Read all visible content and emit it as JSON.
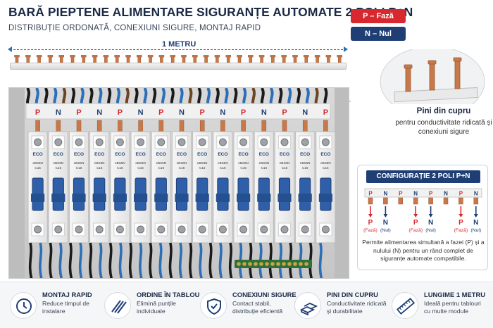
{
  "header": {
    "title": "BARĂ PIEPTENE ALIMENTARE SIGURANȚE AUTOMATE 2 POLI P+N",
    "subtitle": "DISTRIBUȚIE ORDONATĂ, CONEXIUNI SIGURE, MONTAJ RAPID"
  },
  "legend": {
    "phase": {
      "label": "P – Fază",
      "color": "#d7282f"
    },
    "neutral": {
      "label": "N – Nul",
      "color": "#1f3f74"
    }
  },
  "length_label": "1 METRU",
  "pins_callout": {
    "title": "Pini din cupru",
    "description": "pentru conductivitate ridicată și conexiuni sigure"
  },
  "panel": {
    "busbar_labels": [
      "P",
      "N",
      "P",
      "N",
      "P",
      "N",
      "P",
      "N",
      "P",
      "N",
      "P",
      "N",
      "P",
      "N",
      "P"
    ],
    "breakers": [
      {
        "brand": "ECO",
        "model": "eBS6N",
        "rating": "C16"
      },
      {
        "brand": "ECO",
        "model": "eBS6N",
        "rating": "C16"
      },
      {
        "brand": "ECO",
        "model": "eBS6N",
        "rating": "C16"
      },
      {
        "brand": "ECO",
        "model": "eBS6N",
        "rating": "C16"
      },
      {
        "brand": "ECO",
        "model": "eBS6N",
        "rating": "C16"
      },
      {
        "brand": "ECO",
        "model": "eBS6N",
        "rating": "C16"
      },
      {
        "brand": "ECO",
        "model": "eBS6N",
        "rating": "C16"
      },
      {
        "brand": "ECO",
        "model": "eBS6N",
        "rating": "C16"
      },
      {
        "brand": "ECO",
        "model": "eBS6N",
        "rating": "C16"
      },
      {
        "brand": "ECO",
        "model": "eBS6N",
        "rating": "C16"
      },
      {
        "brand": "ECO",
        "model": "eBS6N",
        "rating": "C16"
      },
      {
        "brand": "ECO",
        "model": "eBS6N",
        "rating": "C16"
      },
      {
        "brand": "ECO",
        "model": "eBS6N",
        "rating": "C16"
      },
      {
        "brand": "ECO",
        "model": "eBS6N",
        "rating": "C16"
      },
      {
        "brand": "ECO",
        "model": "eBS6N",
        "rating": "C16"
      }
    ]
  },
  "config": {
    "title": "CONFIGURAȚIE 2 POLI P+N",
    "pins": [
      "P",
      "N",
      "P",
      "N",
      "P",
      "N",
      "P",
      "N"
    ],
    "arrows": [
      {
        "letter": "P",
        "sub": "(Fază)"
      },
      {
        "letter": "N",
        "sub": "(Nul)"
      },
      {
        "letter": "P",
        "sub": "(Fază)"
      },
      {
        "letter": "N",
        "sub": "(Nul)"
      },
      {
        "letter": "P",
        "sub": "(Fază)"
      },
      {
        "letter": "N",
        "sub": "(Nul)"
      }
    ],
    "note": "Permite alimentarea simultană a fazei (P) și a nulului (N) pentru un rând complet de siguranțe automate compatibile."
  },
  "features": [
    {
      "icon": "clock-icon",
      "title": "MONTAJ RAPID",
      "description": "Reduce timpul de instalare"
    },
    {
      "icon": "lines-icon",
      "title": "ORDINE ÎN TABLOU",
      "description": "Elimină punțile individuale"
    },
    {
      "icon": "shield-check-icon",
      "title": "CONEXIUNI SIGURE",
      "description": "Contact stabil, distribuție eficientă"
    },
    {
      "icon": "copper-bars-icon",
      "title": "PINI DIN CUPRU",
      "description": "Conductivitate ridicată și durabilitate"
    },
    {
      "icon": "ruler-icon",
      "title": "LUNGIME 1 METRU",
      "description": "Ideală pentru tablouri cu multe module"
    }
  ],
  "colors": {
    "navy": "#1f3f74",
    "red": "#d7282f",
    "copper": "#c8794a",
    "breaker_handle": "#2f5fa8"
  }
}
